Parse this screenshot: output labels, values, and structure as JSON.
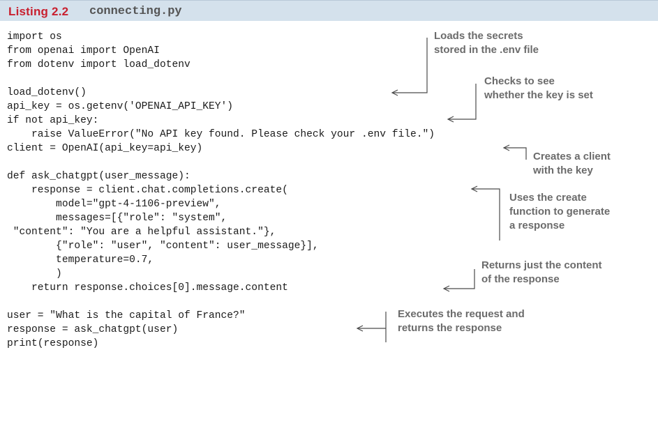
{
  "header": {
    "listing_label": "Listing 2.2",
    "filename": "connecting.py"
  },
  "code": [
    "import os",
    "from openai import OpenAI",
    "from dotenv import load_dotenv",
    "",
    "load_dotenv()",
    "api_key = os.getenv('OPENAI_API_KEY')",
    "if not api_key:",
    "    raise ValueError(\"No API key found. Please check your .env file.\")",
    "client = OpenAI(api_key=api_key)",
    "",
    "def ask_chatgpt(user_message):",
    "    response = client.chat.completions.create(",
    "        model=\"gpt-4-1106-preview\",",
    "        messages=[{\"role\": \"system\",",
    " \"content\": \"You are a helpful assistant.\"},",
    "        {\"role\": \"user\", \"content\": user_message}],",
    "        temperature=0.7,",
    "        )",
    "    return response.choices[0].message.content",
    "",
    "user = \"What is the capital of France?\"",
    "response = ask_chatgpt(user)",
    "print(response)"
  ],
  "annotations": [
    {
      "lines": [
        "Loads the secrets",
        "stored in the .env file"
      ]
    },
    {
      "lines": [
        "Checks to see",
        "whether the key is set"
      ]
    },
    {
      "lines": [
        "Creates a client",
        "with the key"
      ]
    },
    {
      "lines": [
        "Uses the create",
        "function to generate",
        "a response"
      ]
    },
    {
      "lines": [
        "Returns just the content",
        "of the response"
      ]
    },
    {
      "lines": [
        "Executes the request and",
        "returns the response"
      ]
    }
  ]
}
